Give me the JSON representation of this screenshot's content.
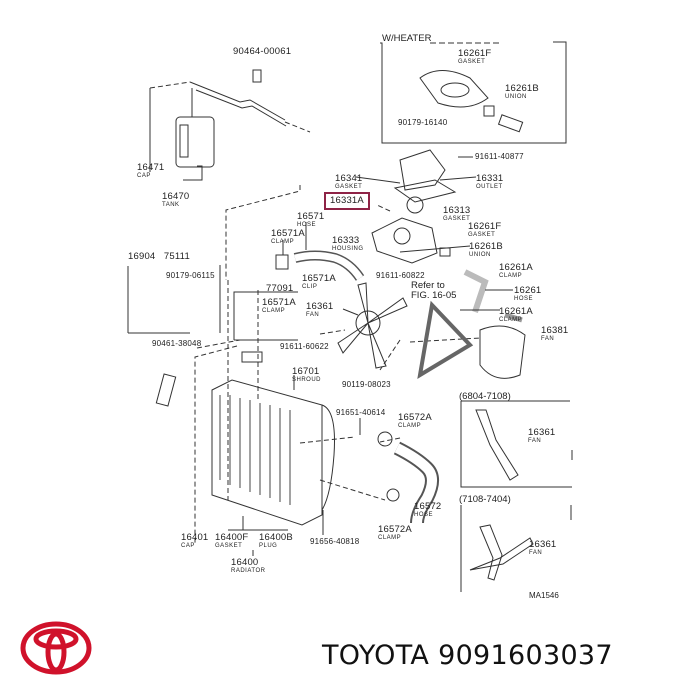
{
  "diagram": {
    "headers": {
      "heater": "W/HEATER",
      "fan_a": "(6804-7108)",
      "fan_b": "(7108-7404)",
      "refer": "Refer to",
      "refer_fig": "FIG. 16-05",
      "figure_code": "MA1546"
    },
    "parts": [
      {
        "num": "90464-00061",
        "name": ""
      },
      {
        "num": "16261F",
        "name": "GASKET"
      },
      {
        "num": "16261B",
        "name": "UNION"
      },
      {
        "num": "90179-16140",
        "name": ""
      },
      {
        "num": "91611-40877",
        "name": ""
      },
      {
        "num": "16341",
        "name": "GASKET"
      },
      {
        "num": "16331",
        "name": "OUTLET"
      },
      {
        "num": "16331A",
        "name": ""
      },
      {
        "num": "16571",
        "name": "HOSE"
      },
      {
        "num": "16313",
        "name": "GASKET"
      },
      {
        "num": "16261F",
        "name": "GASKET"
      },
      {
        "num": "16571A",
        "name": "CLAMP"
      },
      {
        "num": "16333",
        "name": "HOUSING"
      },
      {
        "num": "16261B",
        "name": "UNION"
      },
      {
        "num": "16904   75111",
        "name": ""
      },
      {
        "num": "16261A",
        "name": "CLAMP"
      },
      {
        "num": "90179-06115",
        "name": ""
      },
      {
        "num": "16571A",
        "name": "CLIP"
      },
      {
        "num": "91611-60822",
        "name": ""
      },
      {
        "num": "77091",
        "name": ""
      },
      {
        "num": "16261",
        "name": "HOSE"
      },
      {
        "num": "16571A",
        "name": "CLAMP"
      },
      {
        "num": "16361",
        "name": "FAN"
      },
      {
        "num": "16261A",
        "name": "CLAMP"
      },
      {
        "num": "16381",
        "name": "FAN"
      },
      {
        "num": "90461-38048",
        "name": ""
      },
      {
        "num": "91611-60622",
        "name": ""
      },
      {
        "num": "16701",
        "name": "SHROUD"
      },
      {
        "num": "90119-08023",
        "name": ""
      },
      {
        "num": "91651-40614",
        "name": ""
      },
      {
        "num": "16572A",
        "name": "CLAMP"
      },
      {
        "num": "16361",
        "name": "FAN"
      },
      {
        "num": "16572",
        "name": "HOSE"
      },
      {
        "num": "16401",
        "name": "CAP"
      },
      {
        "num": "16400F",
        "name": "GASKET"
      },
      {
        "num": "16400B",
        "name": "PLUG"
      },
      {
        "num": "16572A",
        "name": "CLAMP"
      },
      {
        "num": "91656-40818",
        "name": ""
      },
      {
        "num": "16400",
        "name": "RADIATOR"
      },
      {
        "num": "16471",
        "name": "CAP"
      },
      {
        "num": "16470",
        "name": "TANK"
      },
      {
        "num": "16361",
        "name": "FAN"
      }
    ],
    "highlight_color": "#8e2346"
  },
  "brand": {
    "name": "TOYOTA",
    "part_number": "9091603037",
    "logo_color": "#d0122b",
    "logo_icon": "toyota-logo"
  }
}
